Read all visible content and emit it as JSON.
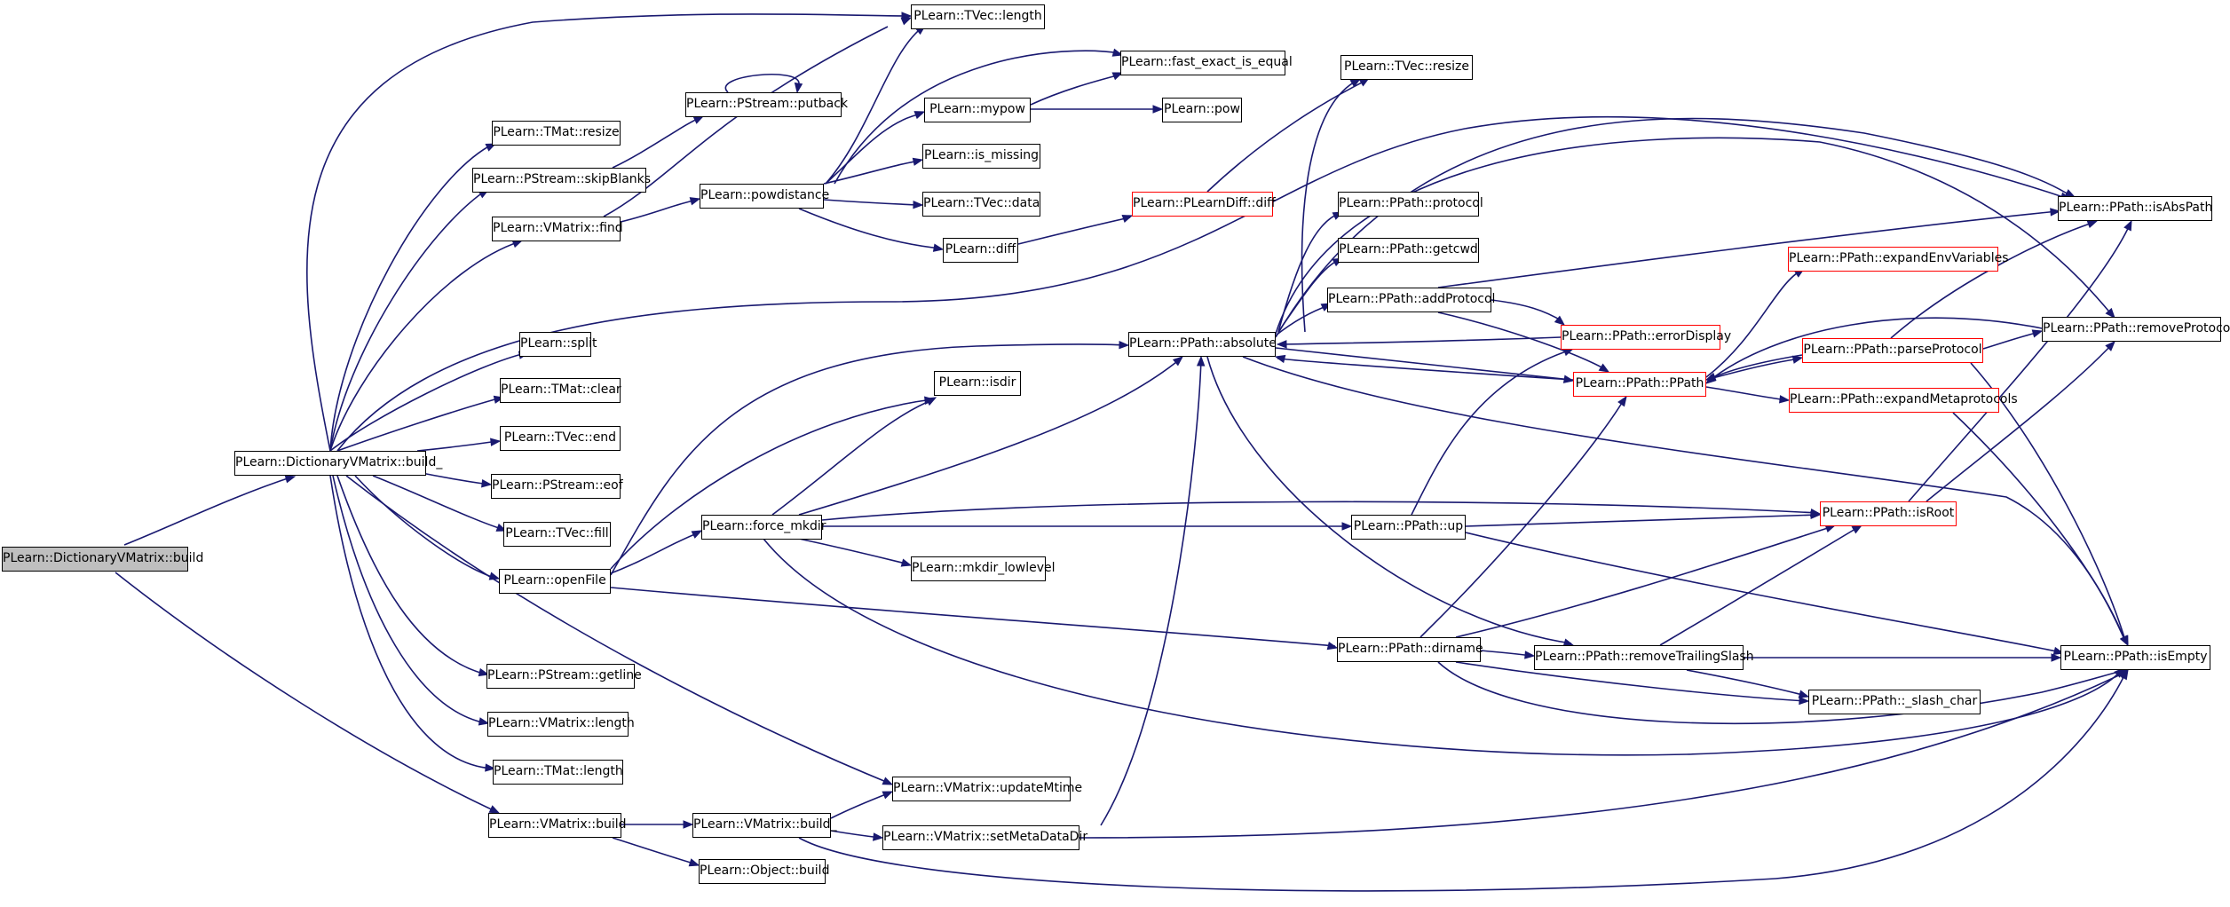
{
  "colors": {
    "edge": "#191970",
    "node_border": "#000000",
    "truncated_border": "#ff0000",
    "root_fill": "#bfbfbf"
  },
  "nodes": {
    "dvm_build": "PLearn::DictionaryVMatrix::build",
    "dvm_build_": "PLearn::DictionaryVMatrix::build_",
    "tvec_length": "PLearn::TVec::length",
    "fast_exact": "PLearn::fast_exact_is_equal",
    "tvec_resize": "PLearn::TVec::resize",
    "pstream_putback": "PLearn::PStream::putback",
    "mypow": "PLearn::mypow",
    "pow": "PLearn::pow",
    "tmat_resize": "PLearn::TMat::resize",
    "is_missing": "PLearn::is_missing",
    "skipblanks": "PLearn::PStream::skipBlanks",
    "powdistance": "PLearn::powdistance",
    "tvec_data": "PLearn::TVec::data",
    "vmatrix_find": "PLearn::VMatrix::find",
    "pdiff": "PLearn::PLearnDiff::diff",
    "diff": "PLearn::diff",
    "ppath_protocol": "PLearn::PPath::protocol",
    "isabspath": "PLearn::PPath::isAbsPath",
    "getcwd": "PLearn::PPath::getcwd",
    "expandenv": "PLearn::PPath::expandEnvVariables",
    "addprotocol": "PLearn::PPath::addProtocol",
    "split": "PLearn::split",
    "absolute": "PLearn::PPath::absolute",
    "errordisplay": "PLearn::PPath::errorDisplay",
    "removeprotocol": "PLearn::PPath::removeProtocol",
    "parseprotocol": "PLearn::PPath::parseProtocol",
    "ppath": "PLearn::PPath::PPath",
    "tmat_clear": "PLearn::TMat::clear",
    "isdir": "PLearn::isdir",
    "expandmeta": "PLearn::PPath::expandMetaprotocols",
    "tvec_end": "PLearn::TVec::end",
    "pstream_eof": "PLearn::PStream::eof",
    "force_mkdir": "PLearn::force_mkdir",
    "ppath_up": "PLearn::PPath::up",
    "isroot": "PLearn::PPath::isRoot",
    "tvec_fill": "PLearn::TVec::fill",
    "mkdir_lowlevel": "PLearn::mkdir_lowlevel",
    "openfile": "PLearn::openFile",
    "dirname": "PLearn::PPath::dirname",
    "removetrailing": "PLearn::PPath::removeTrailingSlash",
    "isempty": "PLearn::PPath::isEmpty",
    "getline": "PLearn::PStream::getline",
    "slash_char": "PLearn::PPath::_slash_char",
    "vmatrix_length": "PLearn::VMatrix::length",
    "tmat_length": "PLearn::TMat::length",
    "updatemtime": "PLearn::VMatrix::updateMtime",
    "vmatrix_build": "PLearn::VMatrix::build",
    "vmatrix_build_": "PLearn::VMatrix::build_",
    "setmetadatadir": "PLearn::VMatrix::setMetaDataDir",
    "object_build": "PLearn::Object::build"
  }
}
